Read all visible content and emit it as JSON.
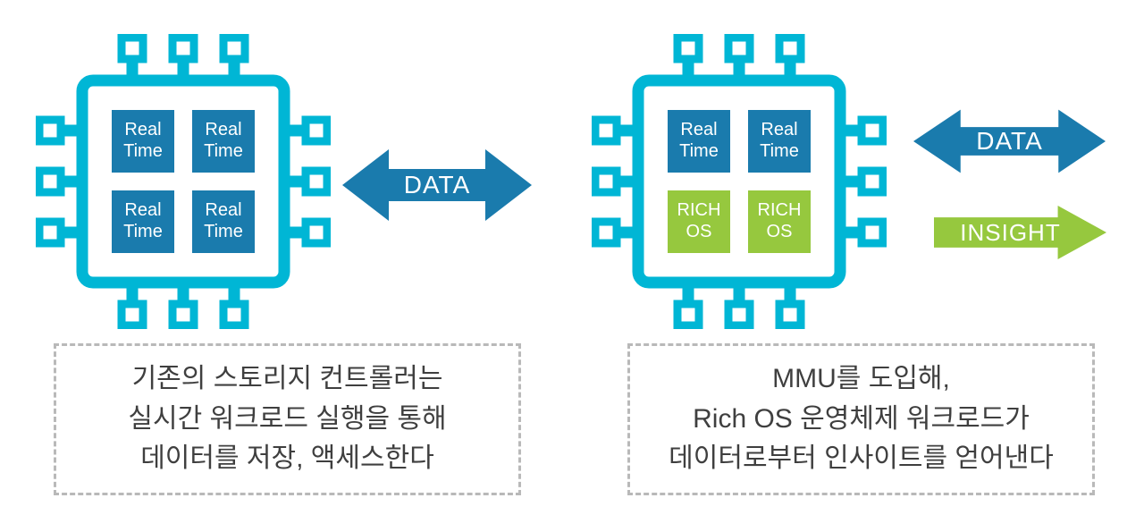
{
  "left_panel": {
    "chip": {
      "cores": [
        {
          "line1": "Real",
          "line2": "Time"
        },
        {
          "line1": "Real",
          "line2": "Time"
        },
        {
          "line1": "Real",
          "line2": "Time"
        },
        {
          "line1": "Real",
          "line2": "Time"
        }
      ]
    },
    "data_arrow_label": "DATA",
    "caption": {
      "line1": "기존의 스토리지 컨트롤러는",
      "line2": "실시간 워크로드 실행을 통해",
      "line3": "데이터를 저장, 액세스한다"
    }
  },
  "right_panel": {
    "chip": {
      "cores": [
        {
          "line1": "Real",
          "line2": "Time"
        },
        {
          "line1": "Real",
          "line2": "Time"
        },
        {
          "line1": "RICH",
          "line2": "OS"
        },
        {
          "line1": "RICH",
          "line2": "OS"
        }
      ]
    },
    "data_arrow_label": "DATA",
    "insight_arrow_label": "INSIGHT",
    "caption": {
      "line1": "MMU를 도입해,",
      "line2": "Rich OS 운영체제 워크로드가",
      "line3": "데이터로부터 인사이트를 얻어낸다"
    }
  },
  "colors": {
    "chip_outline": "#00b6d5",
    "core_blue": "#1a7bad",
    "core_green": "#96c83e",
    "arrow_blue": "#1a7bad",
    "arrow_green": "#96c83e",
    "caption_text": "#3f3f3f",
    "caption_border": "#b9b9b9"
  }
}
